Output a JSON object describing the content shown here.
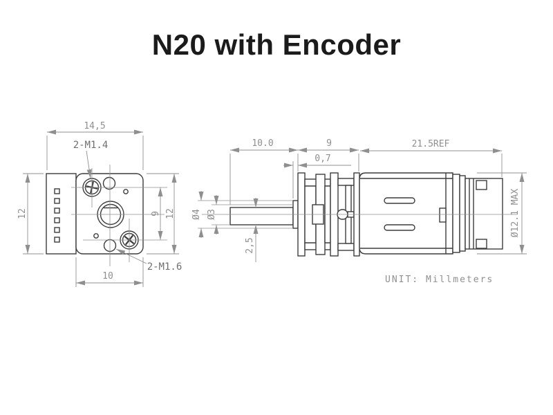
{
  "page": {
    "title": "N20 with Encoder"
  },
  "colors": {
    "outline": "#3c3c3c",
    "dimension": "#8f8f8f",
    "label": "#6e6e6e",
    "title": "#1b1b1b",
    "bg": "#ffffff"
  },
  "drawing": {
    "unit_note": "UNIT: Millmeters",
    "front_view": {
      "dims": {
        "total_width": "14,5",
        "mount_screws_top": "2-M1.4",
        "body_height_left": "12",
        "screw_spacing": "9",
        "body_height_right": "12",
        "body_width": "10",
        "mount_screws_bottom": "2-M1.6"
      }
    },
    "side_view": {
      "dims": {
        "shaft_length": "10.0",
        "gearbox_length": "9",
        "boss_length": "0,7",
        "motor_length": "21.5REF",
        "boss_diameter": "Ø4",
        "shaft_diameter": "Ø3",
        "shaft_flat": "2,5",
        "body_diameter": "Ø12.1 MAX"
      }
    }
  }
}
